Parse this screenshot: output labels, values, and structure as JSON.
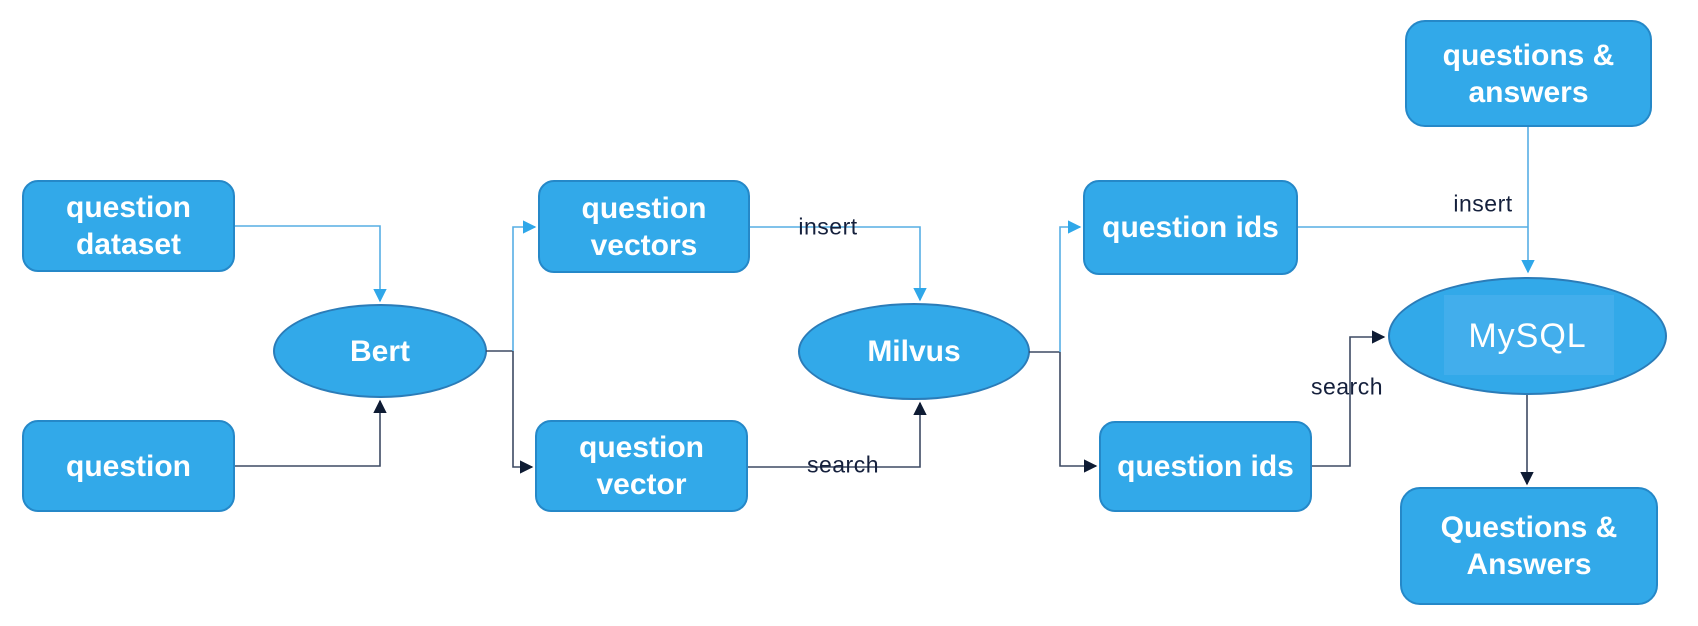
{
  "diagram": {
    "title": "question answering system data flow",
    "nodes": {
      "question_dataset": {
        "label": "question dataset",
        "shape": "rect"
      },
      "question": {
        "label": "question",
        "shape": "rect"
      },
      "bert": {
        "label": "Bert",
        "shape": "ellipse"
      },
      "question_vectors": {
        "label": "question vectors",
        "shape": "rect"
      },
      "question_vector": {
        "label": "question vector",
        "shape": "rect"
      },
      "milvus": {
        "label": "Milvus",
        "shape": "ellipse"
      },
      "question_ids_insert": {
        "label": "question ids",
        "shape": "rect"
      },
      "question_ids_search": {
        "label": "question ids",
        "shape": "rect"
      },
      "questions_answers_source": {
        "label": "questions & answers",
        "shape": "rect"
      },
      "mysql": {
        "label": "MySQL",
        "shape": "ellipse"
      },
      "questions_answers_result": {
        "label": "Questions & Answers",
        "shape": "rect"
      }
    },
    "edge_labels": {
      "insert_milvus": "insert",
      "search_milvus": "search",
      "insert_mysql": "insert",
      "search_mysql": "search"
    },
    "edges": [
      {
        "from": "question_dataset",
        "to": "bert",
        "style": "blue"
      },
      {
        "from": "question",
        "to": "bert",
        "style": "dark"
      },
      {
        "from": "bert",
        "to": "question_vectors",
        "style": "blue"
      },
      {
        "from": "bert",
        "to": "question_vector",
        "style": "dark"
      },
      {
        "from": "question_vectors",
        "to": "milvus",
        "style": "blue",
        "label": "insert"
      },
      {
        "from": "question_vector",
        "to": "milvus",
        "style": "dark",
        "label": "search"
      },
      {
        "from": "milvus",
        "to": "question_ids_insert",
        "style": "blue"
      },
      {
        "from": "milvus",
        "to": "question_ids_search",
        "style": "dark"
      },
      {
        "from": "question_ids_insert",
        "to": "mysql",
        "style": "blue",
        "label": "insert"
      },
      {
        "from": "questions_answers_source",
        "to": "mysql",
        "style": "blue",
        "label": "insert"
      },
      {
        "from": "question_ids_search",
        "to": "mysql",
        "style": "dark",
        "label": "search"
      },
      {
        "from": "mysql",
        "to": "questions_answers_result",
        "style": "dark"
      }
    ],
    "colors": {
      "node_fill": "#32a9e9",
      "node_border": "#2588c8",
      "ellipse_border": "#2b7cb8",
      "mysql_inner_fill": "#42aeec",
      "node_text": "#ffffff",
      "connector_blue": "#56aee4",
      "arrow_blue": "#2fa7e9",
      "connector_dark": "#3d4a63",
      "arrow_dark": "#0e1b33",
      "label_text": "#15203c",
      "background": "#ffffff"
    }
  }
}
